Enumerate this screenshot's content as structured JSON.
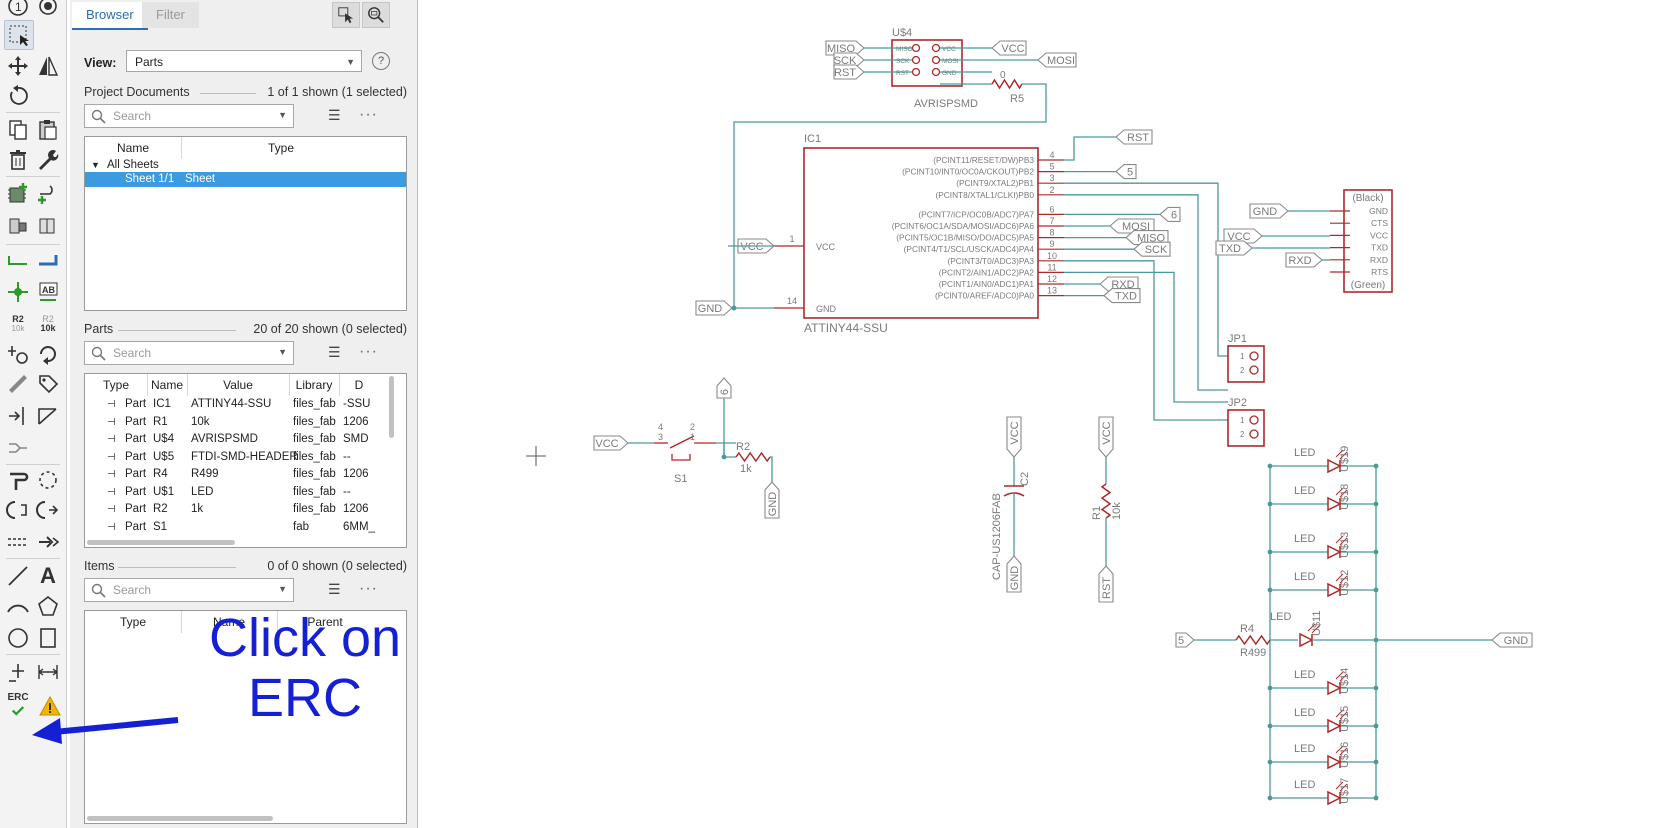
{
  "tabs": {
    "browser": "Browser",
    "filter": "Filter"
  },
  "view": {
    "label": "View:",
    "value": "Parts"
  },
  "project_documents": {
    "title": "Project Documents",
    "count": "1 of 1 shown (1 selected)",
    "search_placeholder": "Search",
    "columns": [
      "Name",
      "Type"
    ],
    "group": "All Sheets",
    "row": {
      "name": "Sheet 1/1",
      "type": "Sheet"
    }
  },
  "parts": {
    "title": "Parts",
    "count": "20 of 20 shown (0 selected)",
    "search_placeholder": "Search",
    "columns": [
      "Type",
      "Name",
      "Value",
      "Library",
      "D"
    ],
    "rows": [
      {
        "type": "Part",
        "name": "IC1",
        "value": "ATTINY44-SSU",
        "library": "files_fab",
        "d": "-SSU"
      },
      {
        "type": "Part",
        "name": "R1",
        "value": "10k",
        "library": "files_fab",
        "d": "1206"
      },
      {
        "type": "Part",
        "name": "U$4",
        "value": "AVRISPSMD",
        "library": "files_fab",
        "d": "SMD"
      },
      {
        "type": "Part",
        "name": "U$5",
        "value": "FTDI-SMD-HEADER",
        "library": "files_fab",
        "d": "--"
      },
      {
        "type": "Part",
        "name": "R4",
        "value": "R499",
        "library": "files_fab",
        "d": "1206"
      },
      {
        "type": "Part",
        "name": "U$1",
        "value": "LED",
        "library": "files_fab",
        "d": "--"
      },
      {
        "type": "Part",
        "name": "R2",
        "value": "1k",
        "library": "files_fab",
        "d": "1206"
      },
      {
        "type": "Part",
        "name": "S1",
        "value": "",
        "library": "fab",
        "d": "6MM_"
      }
    ]
  },
  "items": {
    "title": "Items",
    "count": "0 of 0 shown (0 selected)",
    "search_placeholder": "Search",
    "columns": [
      "Type",
      "Name",
      "Parent"
    ]
  },
  "toolbar": {
    "erc_label": "ERC",
    "value_label_r2": "R2",
    "value_label_10k": "10k",
    "text_tool": "A"
  },
  "annotation": {
    "line1": "Click on",
    "line2": "ERC",
    "color": "#1520d4"
  },
  "schematic": {
    "colors": {
      "wire": "#4a9a9a",
      "part": "#b02828",
      "text": "#7a7a7a",
      "label_border": "#8a8a8a"
    },
    "isp": {
      "name": "U$4",
      "value": "AVRISPSMD",
      "pins_left": [
        "MISO",
        "SCK",
        "RST"
      ],
      "pins_right": [
        "VCC",
        "MOSI",
        "GND"
      ],
      "labels_left": [
        "MISO",
        "SCK",
        "RST"
      ],
      "labels_right": [
        "VCC",
        "MOSI"
      ],
      "r5_name": "R5",
      "r5_value": "0"
    },
    "ic1": {
      "name": "IC1",
      "value": "ATTINY44-SSU",
      "left_pins": [
        {
          "num": "1",
          "name": "VCC"
        },
        {
          "num": "14",
          "name": "GND"
        }
      ],
      "right_pins": [
        {
          "num": "4",
          "name": "(PCINT11/RESET/DW)PB3"
        },
        {
          "num": "5",
          "name": "(PCINT10/INT0/OC0A/CKOUT)PB2"
        },
        {
          "num": "3",
          "name": "(PCINT9/XTAL2)PB1"
        },
        {
          "num": "2",
          "name": "(PCINT8/XTAL1/CLKI)PB0"
        },
        {
          "num": "6",
          "name": "(PCINT7/ICP/OC0B/ADC7)PA7"
        },
        {
          "num": "7",
          "name": "(PCINT6/OC1A/SDA/MOSI/ADC6)PA6"
        },
        {
          "num": "8",
          "name": "(PCINT5/OC1B/MISO/DO/ADC5)PA5"
        },
        {
          "num": "9",
          "name": "(PCINT4/T1/SCL/USCK/ADC4)PA4"
        },
        {
          "num": "10",
          "name": "(PCINT3/T0/ADC3)PA3"
        },
        {
          "num": "11",
          "name": "(PCINT2/AIN1/ADC2)PA2"
        },
        {
          "num": "12",
          "name": "(PCINT1/AIN0/ADC1)PA1"
        },
        {
          "num": "13",
          "name": "(PCINT0/AREF/ADC0)PA0"
        }
      ],
      "net_labels": {
        "vcc": "VCC",
        "gnd": "GND",
        "rst": "RST",
        "n5": "5",
        "n6": "6",
        "mosi": "MOSI",
        "miso": "MISO",
        "sck": "SCK",
        "rxd": "RXD",
        "txd": "TXD"
      }
    },
    "ftdi": {
      "top": "(Black)",
      "bottom": "(Green)",
      "pins": [
        "GND",
        "CTS",
        "VCC",
        "TXD",
        "RXD",
        "RTS"
      ],
      "labels": {
        "gnd": "GND",
        "vcc": "VCC",
        "txd": "TXD",
        "rxd": "RXD"
      }
    },
    "jp1": {
      "name": "JP1",
      "pins": [
        "1",
        "2"
      ]
    },
    "jp2": {
      "name": "JP2",
      "pins": [
        "1",
        "2"
      ]
    },
    "switch": {
      "name": "S1",
      "pins": [
        "4",
        "3",
        "2",
        "1"
      ],
      "vcc": "VCC",
      "r2_name": "R2",
      "r2_value": "1k",
      "net6": "6",
      "gnd": "GND"
    },
    "cap": {
      "name": "C2",
      "value": "CAP-US1206FAB",
      "vcc": "VCC",
      "gnd": "GND"
    },
    "r1": {
      "name": "R1",
      "value": "10k",
      "vcc": "VCC",
      "rst": "RST"
    },
    "leds": {
      "led_label": "LED",
      "names": [
        "U$19",
        "U$18",
        "U$13",
        "U$12",
        "U$11",
        "U$14",
        "U$15",
        "U$16",
        "U$17"
      ],
      "r4_name": "R4",
      "r4_value": "R499",
      "net5": "5",
      "gnd": "GND"
    }
  }
}
